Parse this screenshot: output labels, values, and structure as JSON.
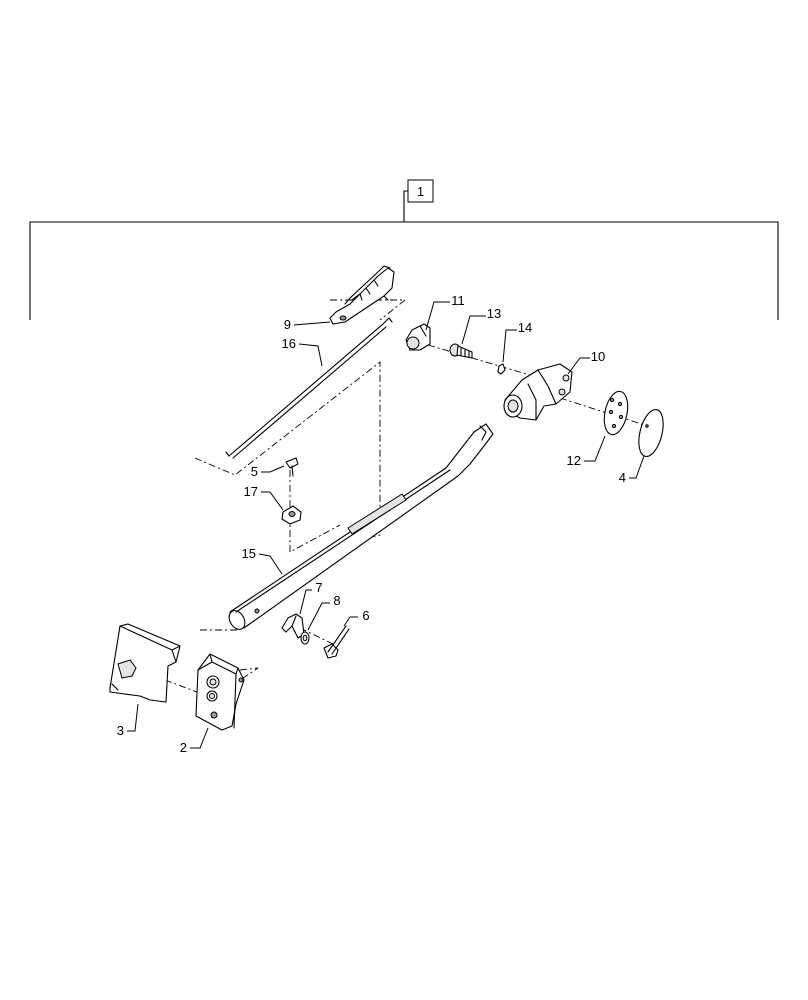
{
  "assembly": {
    "label": "1"
  },
  "callouts": {
    "c2": "2",
    "c3": "3",
    "c4": "4",
    "c5": "5",
    "c6": "6",
    "c7": "7",
    "c8": "8",
    "c9": "9",
    "c10": "10",
    "c11": "11",
    "c12": "12",
    "c13": "13",
    "c14": "14",
    "c15": "15",
    "c16": "16",
    "c17": "17"
  }
}
